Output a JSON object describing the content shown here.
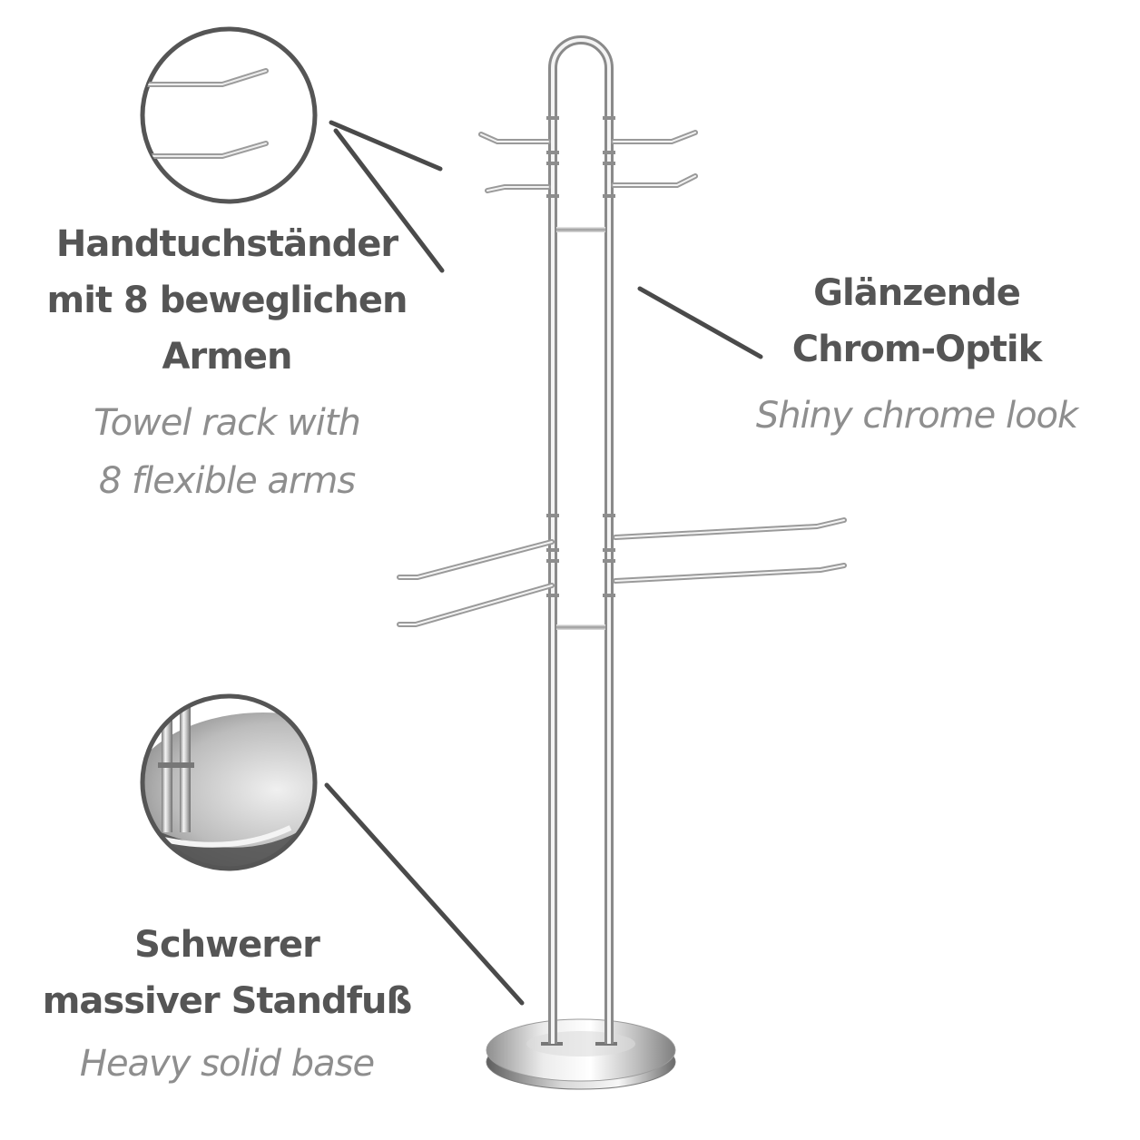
{
  "colors": {
    "text_primary": "#555555",
    "text_secondary": "#8e8e8e",
    "callout_line": "#4a4a4a",
    "chrome_light": "#f4f4f4",
    "chrome_dark": "#8a8a8a"
  },
  "callouts": {
    "arms": {
      "title": "Handtuchständer\nmit 8 beweglichen\nArmen",
      "subtitle": "Towel rack with\n8 flexible arms"
    },
    "chrome": {
      "title": "Glänzende\nChrom-Optik",
      "subtitle": "Shiny chrome look"
    },
    "base": {
      "title": "Schwerer\nmassiver Standfuß",
      "subtitle": "Heavy solid base"
    }
  }
}
